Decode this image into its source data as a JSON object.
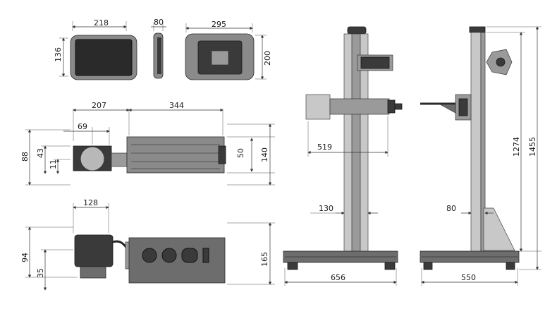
{
  "dimensions": {
    "screen_width": "218",
    "screen_height": "136",
    "screen_depth": "80",
    "screen_back_width": "295",
    "screen_back_height": "200",
    "head_front_length": "207",
    "head_body_length": "344",
    "head_offset": "69",
    "head_height_total": "88",
    "head_height_mid": "43",
    "head_height_small": "11",
    "body_height_inner": "50",
    "body_height_outer": "140",
    "side_offset": "128",
    "side_height_94": "94",
    "side_height_35": "35",
    "side_height_165": "165",
    "stand_arm_reach": "519",
    "stand_column_width": "130",
    "stand_base_width": "656",
    "side_column_width": "80",
    "side_base_width": "550",
    "side_height_1274": "1274",
    "side_height_1455": "1455"
  }
}
